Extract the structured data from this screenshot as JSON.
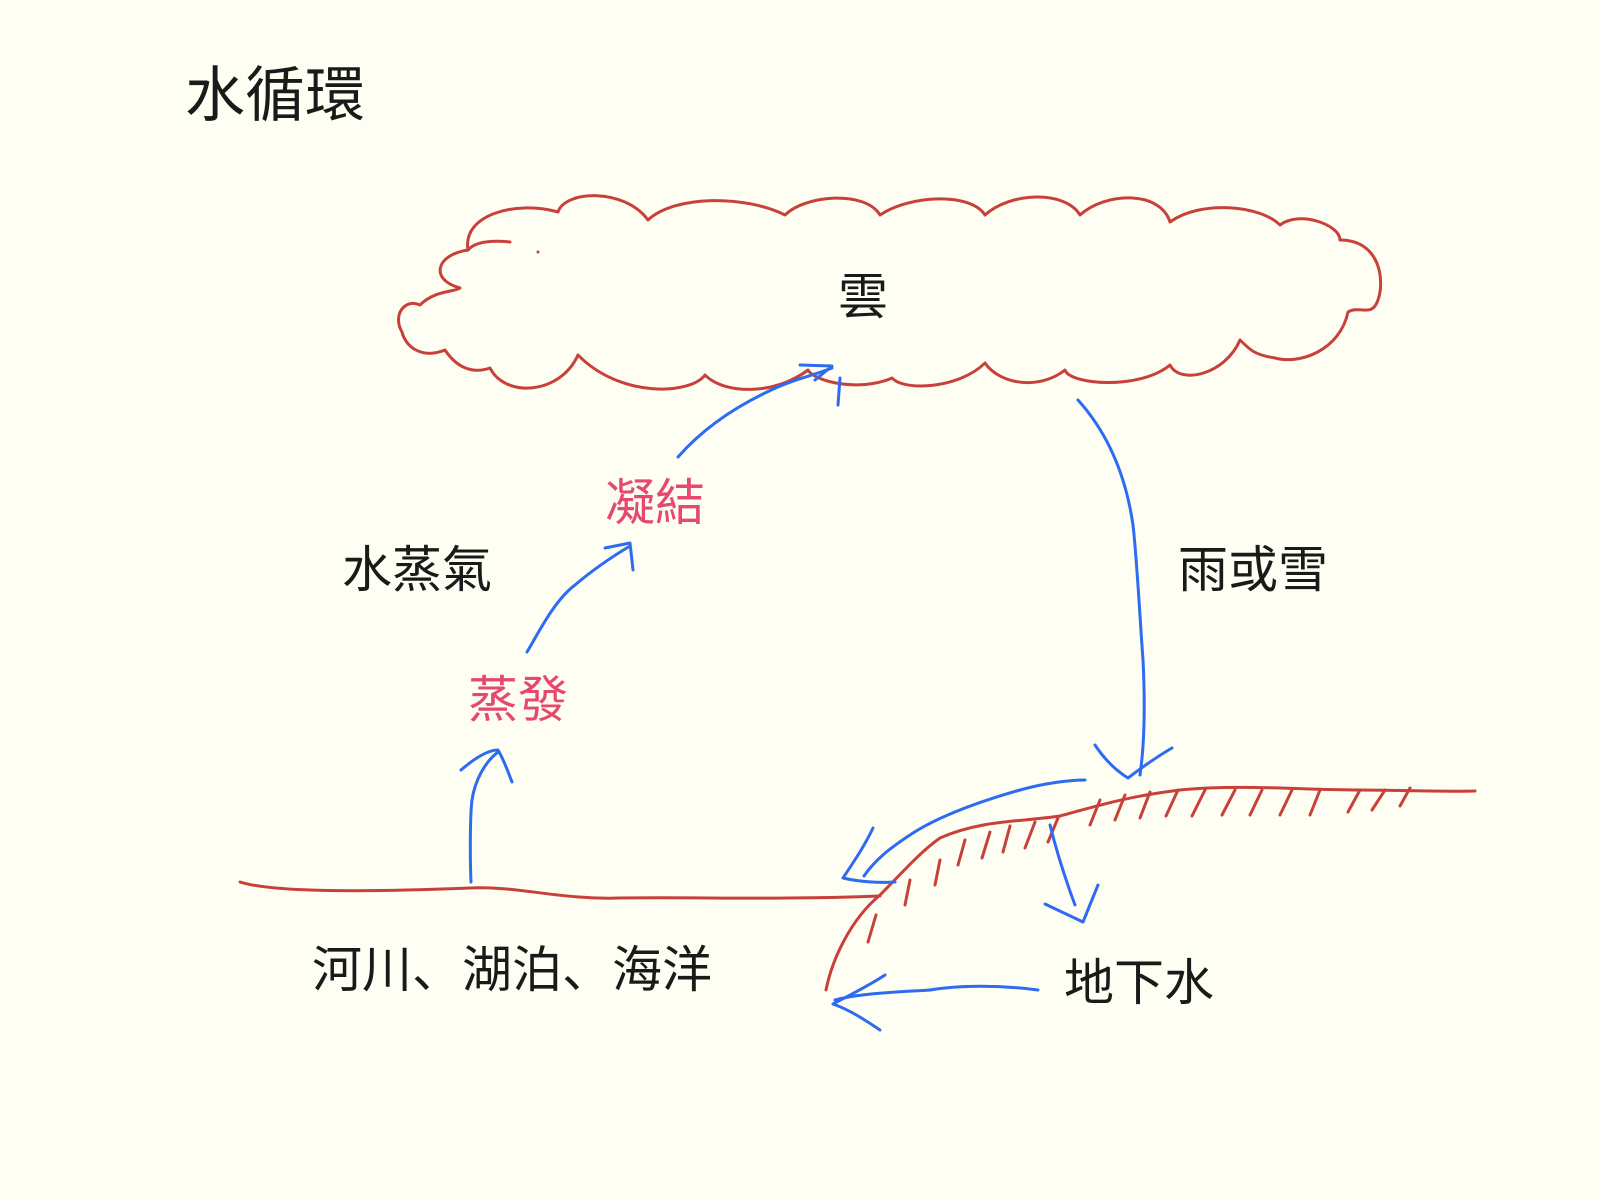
{
  "title": "水循環",
  "colors": {
    "background": "#fefef2",
    "outline_red": "#c8403a",
    "arrow_blue": "#2d6bf2",
    "text_black": "#1a1a1a",
    "text_pink": "#e5496e"
  },
  "labels": {
    "cloud": "雲",
    "condensation": "凝結",
    "water_vapor": "水蒸氣",
    "precipitation": "雨或雪",
    "evaporation": "蒸發",
    "surface_water": "河川、湖泊、海洋",
    "groundwater": "地下水"
  }
}
